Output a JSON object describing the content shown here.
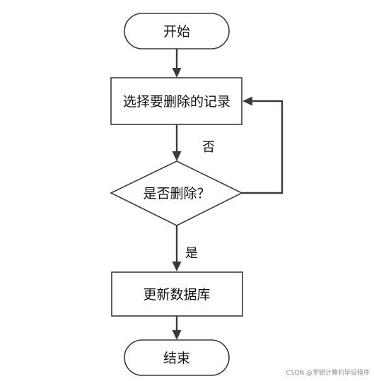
{
  "nodes": {
    "start": "开始",
    "select_record": "选择要删除的记录",
    "decision": "是否删除？",
    "update_db": "更新数据库",
    "end": "结束"
  },
  "edges": {
    "no_label": "否",
    "yes_label": "是"
  },
  "watermark": "CSDN @学姐计算机毕设程序"
}
